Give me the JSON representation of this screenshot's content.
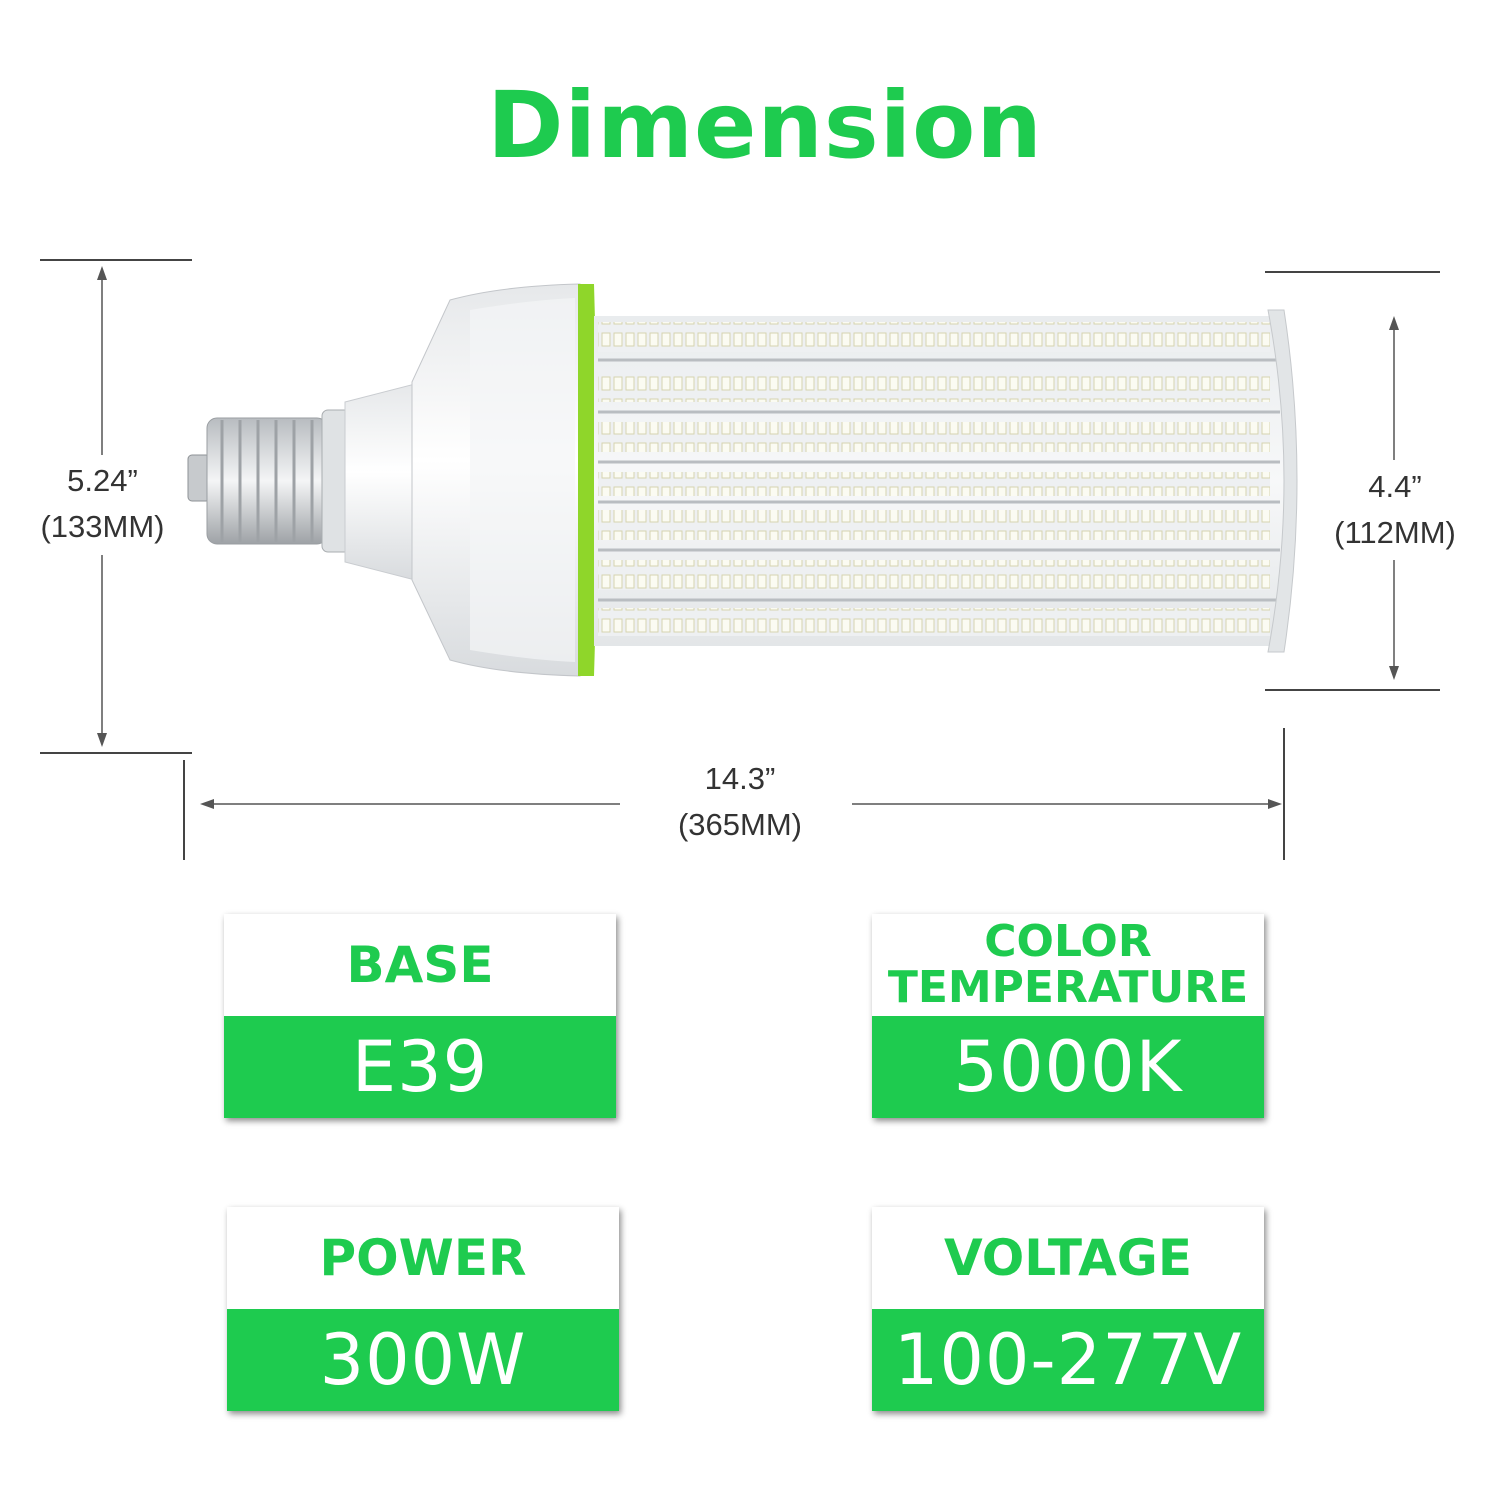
{
  "title": "Dimension",
  "dimensions": {
    "height_in": "5.24”",
    "height_mm": "(133MM)",
    "diameter_in": "4.4”",
    "diameter_mm": "(112MM)",
    "length_in": "14.3”",
    "length_mm": "(365MM)"
  },
  "specs": [
    {
      "label": "BASE",
      "value": "E39"
    },
    {
      "label_line1": "COLOR",
      "label_line2": "TEMPERATURE",
      "value": "5000K"
    },
    {
      "label": "POWER",
      "value": "300W"
    },
    {
      "label": "VOLTAGE",
      "value": "100-277V"
    }
  ],
  "colors": {
    "accent": "#1ecb4f",
    "text_dark": "#333333",
    "bulb_body": "#f2f3f5",
    "ring": "#8fd62a"
  }
}
